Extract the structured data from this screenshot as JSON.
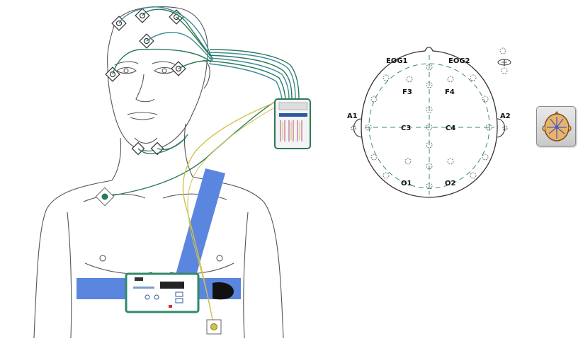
{
  "head_map": {
    "electrodes": {
      "eog1": "EOG1",
      "eog2": "EOG2",
      "f3": "F3",
      "f4": "F4",
      "a1": "A1",
      "a2": "A2",
      "c3": "C3",
      "c4": "C4",
      "o1": "O1",
      "o2": "O2"
    }
  },
  "topo_button": {
    "icon": "head-topography-icon"
  },
  "colors": {
    "belt": "#5b86e0",
    "lead_green": "#2a7a55",
    "lead_yellow": "#cfc24a",
    "device": "#2f8a6a",
    "outline": "#666666"
  }
}
